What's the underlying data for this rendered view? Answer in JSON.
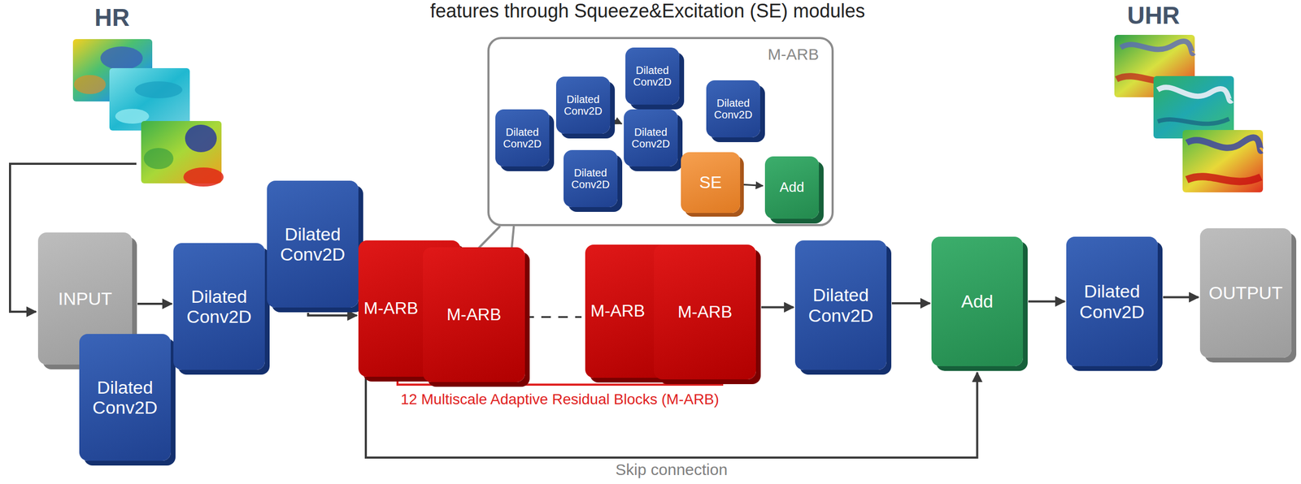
{
  "diagram": {
    "nodes": [
      {
        "text": [
          "INPUT"
        ]
      },
      {
        "text": [
          "Dilated Conv2D"
        ]
      },
      {
        "text": [
          "Dilated Conv2D"
        ]
      },
      {
        "text": [
          "Dilated Conv2D"
        ]
      },
      {
        "text": [
          "M-ARB"
        ]
      },
      {
        "text": [
          "Dilated Conv2D"
        ],
        "in": 4
      },
      {
        "text": [
          "Dilated Conv2D"
        ],
        "in": 4
      },
      {
        "text": [
          "Dilated Conv2D"
        ],
        "in": 4
      },
      {
        "text": [
          "Dilated Conv2D"
        ],
        "in": 4
      },
      {
        "text": [
          "Dilated Conv2D"
        ],
        "in": 4
      },
      {
        "text": [
          "Dilated Conv2D"
        ],
        "in": 4
      },
      {
        "text": [
          "SE"
        ],
        "in": 4
      },
      {
        "text": [
          "Add"
        ],
        "in": 4
      },
      {
        "text": [
          "M-ARB"
        ]
      },
      {
        "text": [
          "M-ARB"
        ]
      },
      {
        "text": [
          "M-ARB"
        ]
      },
      {
        "text": [
          "M-ARB"
        ]
      },
      {
        "text": [
          "Dilated Conv2D"
        ]
      },
      {
        "text": [
          "Add"
        ]
      },
      {
        "text": [
          "Dilated Conv2D"
        ]
      },
      {
        "text": [
          "OUTPUT"
        ]
      }
    ],
    "edges": [
      {
        "from": 0,
        "to": 2,
        "arrow": "to"
      },
      {
        "from": 3,
        "to": 13,
        "arrow": "to"
      },
      {
        "from": 6,
        "to": 10,
        "arrow": "to"
      },
      {
        "from": 10,
        "to": 11,
        "arrow": "to"
      },
      {
        "from": 11,
        "to": 12,
        "arrow": "to"
      },
      {
        "from": 16,
        "to": 17,
        "arrow": "to"
      },
      {
        "from": 17,
        "to": 18,
        "arrow": "to"
      },
      {
        "from": 18,
        "to": 19,
        "arrow": "to"
      },
      {
        "from": 19,
        "to": 20,
        "arrow": "to"
      },
      {
        "from": 13,
        "to": 18,
        "label": "Skip connection",
        "arrow": "to"
      }
    ],
    "labels": [
      "features through Squeeze&Excitation (SE) modules",
      "HR",
      "UHR",
      "12 Multiscale Adaptive Residual Blocks (M-ARB)"
    ]
  }
}
